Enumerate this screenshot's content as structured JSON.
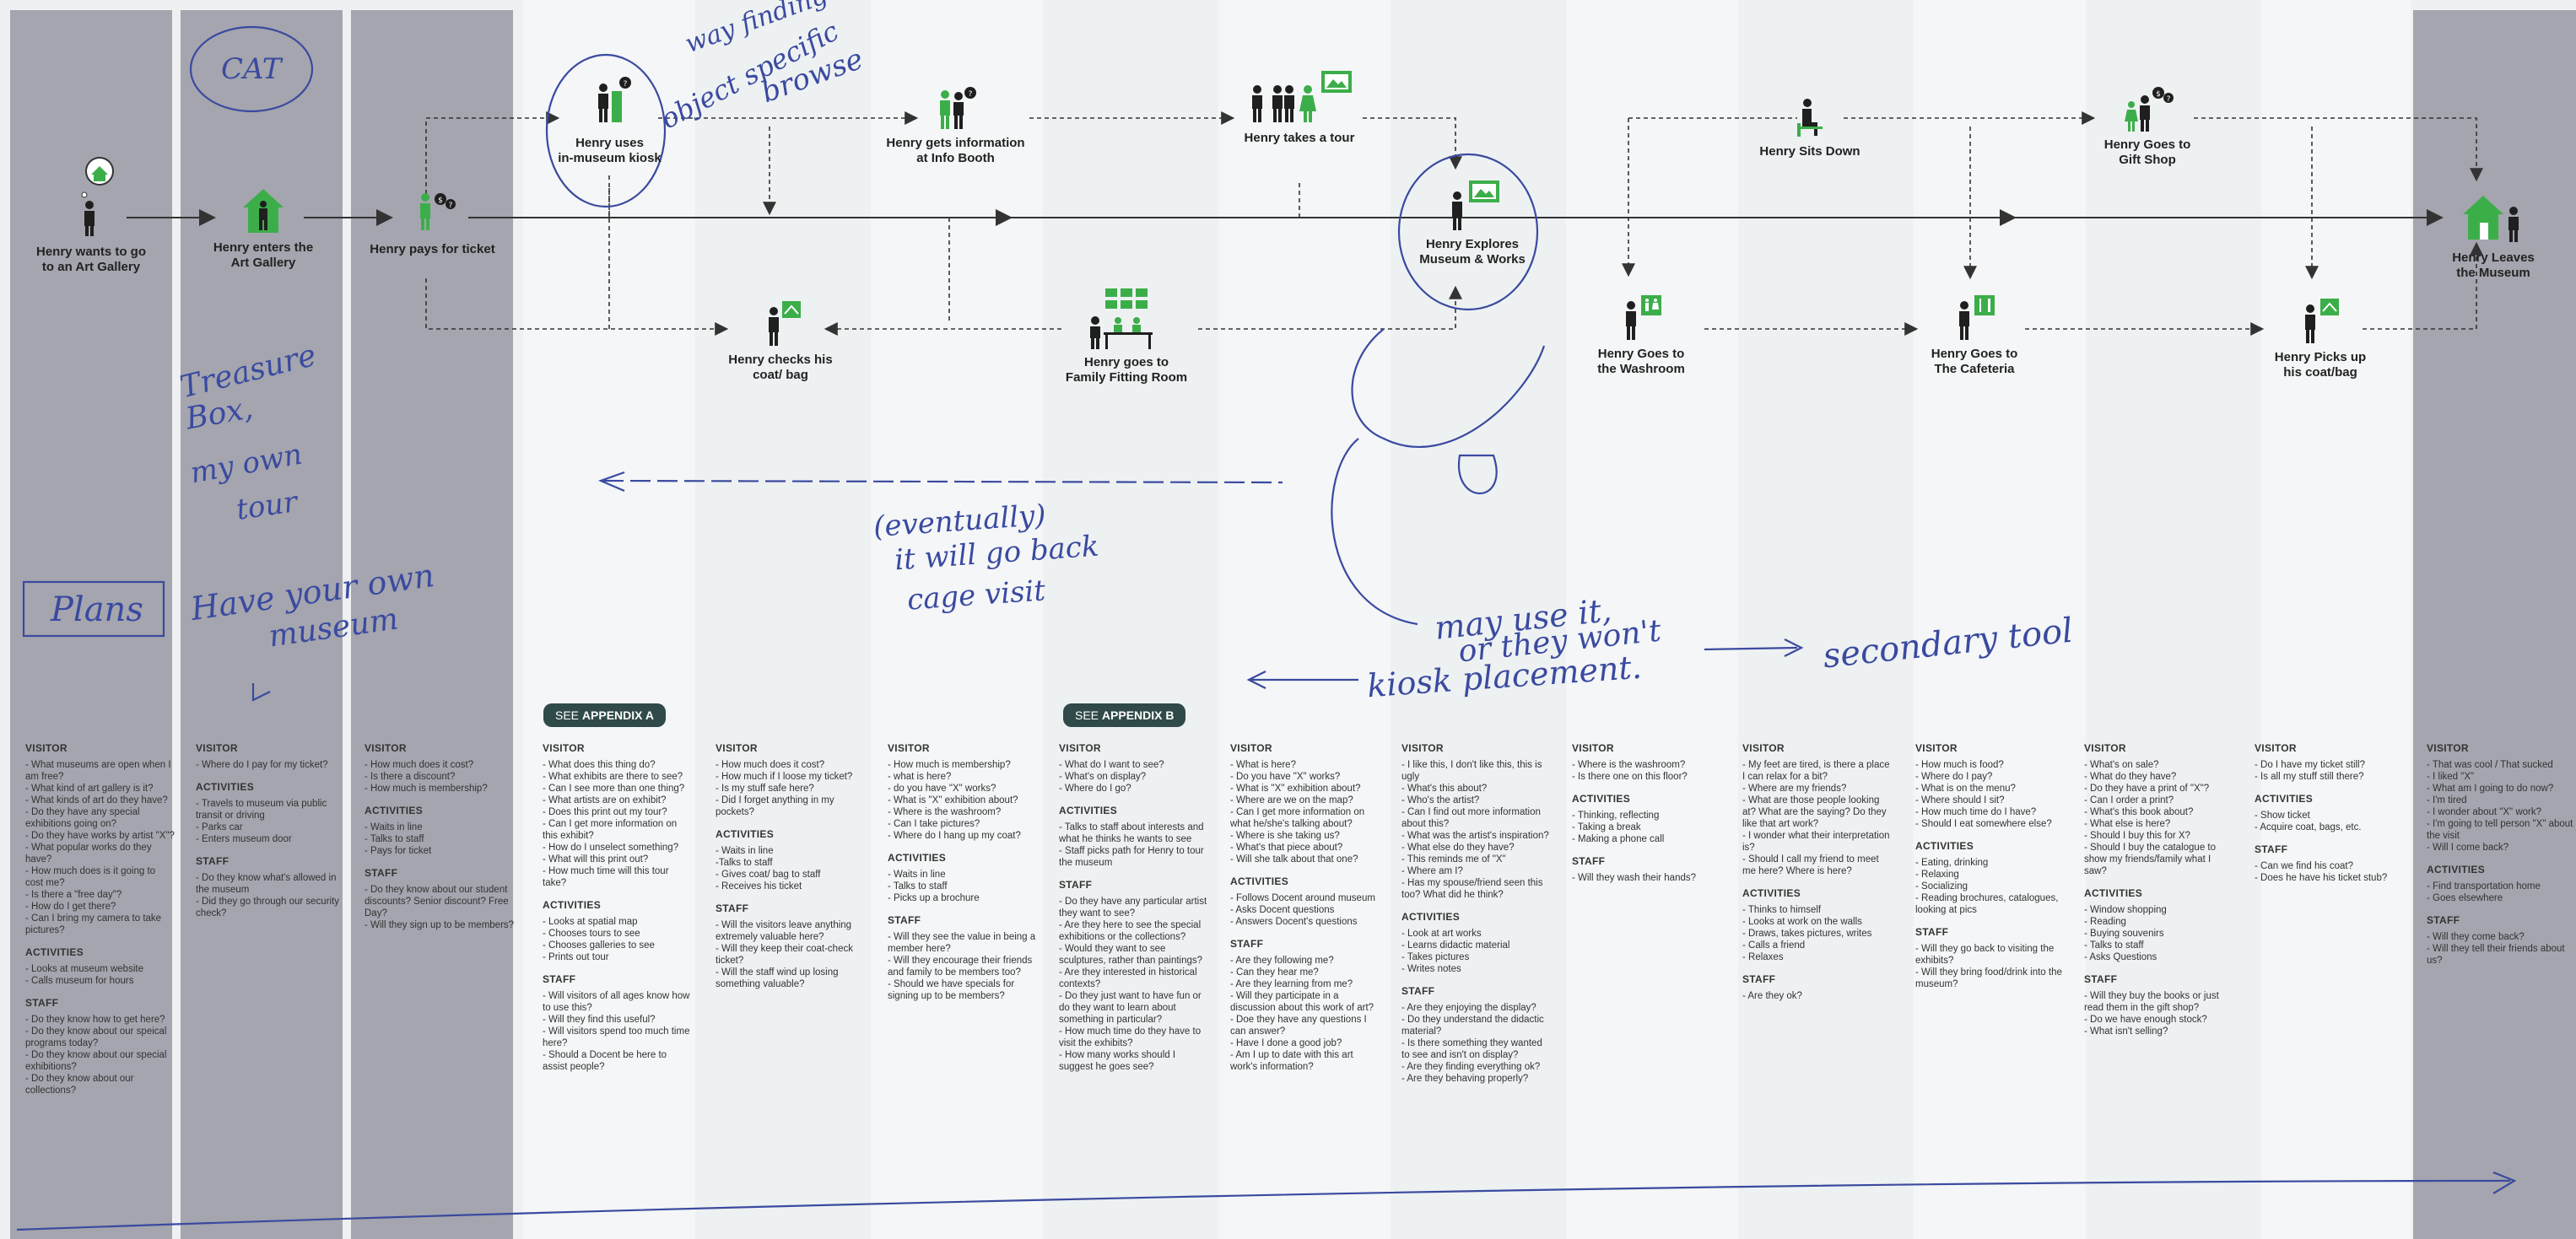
{
  "colors": {
    "column_shade": "#a4a5ae",
    "column_light": "#f4f6f7",
    "accent_green": "#3cae49",
    "person": "#1f1f1f",
    "ink_blue": "#3a4aa0",
    "appendix_bg": "#2f4a48"
  },
  "nodes": {
    "wants": "Henry wants to go\nto an Art Gallery",
    "enters": "Henry enters the\nArt Gallery",
    "pays": "Henry pays for ticket",
    "kiosk": "Henry uses\nin-museum kiosk",
    "info_booth": "Henry gets information\nat Info Booth",
    "tour": "Henry takes a  tour",
    "explores": "Henry Explores\nMuseum & Works",
    "sits": "Henry Sits Down",
    "gift_shop": "Henry Goes to\nGift Shop",
    "leaves": "Henry Leaves\nthe Museum",
    "coat_check": "Henry checks his\ncoat/ bag",
    "family_room": "Henry goes to\nFamily Fitting Room",
    "washroom": "Henry Goes to\nthe Washroom",
    "cafeteria": "Henry Goes to\nThe Cafeteria",
    "pickup": "Henry Picks up\nhis coat/bag"
  },
  "appendix": {
    "a": {
      "prefix": "SEE",
      "name": "APPENDIX A"
    },
    "b": {
      "prefix": "SEE",
      "name": "APPENDIX B"
    }
  },
  "columns": [
    {
      "sections": [
        {
          "heading": "VISITOR",
          "items": [
            "- What museums are open when I am free?",
            "- What kind of art gallery is it?",
            "- What kinds of art do they have?",
            "- Do they have any special exhibitions going on?",
            "- Do they have works by artist \"X\"?",
            "- What popular works do they have?",
            "- How much does is it going to cost me?",
            "- Is there a \"free day\"?",
            "- How do I get there?",
            "- Can I bring my camera to take pictures?"
          ]
        },
        {
          "heading": "ACTIVITIES",
          "items": [
            "- Looks at museum website",
            "- Calls museum for hours"
          ]
        },
        {
          "heading": "STAFF",
          "items": [
            "- Do they know how to get here?",
            "- Do they know about our speical programs today?",
            "- Do they know about our special exhibitions?",
            "- Do they know about our collections?"
          ]
        }
      ]
    },
    {
      "sections": [
        {
          "heading": "VISITOR",
          "items": [
            "- Where do I pay for my ticket?"
          ]
        },
        {
          "heading": "ACTIVITIES",
          "items": [
            "- Travels to museum via public transit or driving",
            "- Parks car",
            "- Enters museum door"
          ]
        },
        {
          "heading": "STAFF",
          "items": [
            "- Do they know what's allowed in the museum",
            "- Did they go through our security check?"
          ]
        }
      ]
    },
    {
      "sections": [
        {
          "heading": "VISITOR",
          "items": [
            "- How much does it cost?",
            "- Is there a discount?",
            "- How much is membership?"
          ]
        },
        {
          "heading": "ACTIVITIES",
          "items": [
            "- Waits in line",
            "- Talks to staff",
            "- Pays for ticket"
          ]
        },
        {
          "heading": "STAFF",
          "items": [
            "- Do they know about our student discounts? Senior discount? Free Day?",
            "- Will they sign up to be members?"
          ]
        }
      ]
    },
    {
      "sections": [
        {
          "heading": "VISITOR",
          "items": [
            "- What does this thing do?",
            "- What exhibits are there to see?",
            "- Can I see more than one thing?",
            "- What artists are on exhibit?",
            "- Does this print out my tour?",
            "- Can I get more information on this exhibit?",
            "- How do I unselect something?",
            "- What will this print out?",
            "- How much time will this tour take?"
          ]
        },
        {
          "heading": "ACTIVITIES",
          "items": [
            "- Looks at spatial map",
            "- Chooses tours to see",
            "- Chooses galleries to see",
            "- Prints out tour"
          ]
        },
        {
          "heading": "STAFF",
          "items": [
            "- Will visitors of all ages know how to use this?",
            "- Will they find this useful?",
            "- Will visitors spend too much time here?",
            "- Should a Docent be here to assist people?"
          ]
        }
      ]
    },
    {
      "sections": [
        {
          "heading": "VISITOR",
          "items": [
            "- How much does it cost?",
            "- How much if I loose my ticket?",
            "- Is my stuff safe here?",
            "- Did I forget anything in my pockets?"
          ]
        },
        {
          "heading": "ACTIVITIES",
          "items": [
            "- Waits in line",
            "-Talks to staff",
            "- Gives coat/ bag to staff",
            "- Receives his ticket"
          ]
        },
        {
          "heading": "STAFF",
          "items": [
            "- Will the visitors leave anything extremely valuable here?",
            "- Will they keep their coat-check ticket?",
            "- Will the staff wind up losing something valuable?"
          ]
        }
      ]
    },
    {
      "sections": [
        {
          "heading": "VISITOR",
          "items": [
            "- How much is membership?",
            "- what is here?",
            "- do you have \"X\" works?",
            "- What is \"X\" exhibition about?",
            "- Where is the washroom?",
            "- Can I take pictures?",
            "- Where do I hang up my coat?"
          ]
        },
        {
          "heading": "ACTIVITIES",
          "items": [
            "- Waits in line",
            "- Talks to staff",
            "- Picks up a brochure"
          ]
        },
        {
          "heading": "STAFF",
          "items": [
            "- Will they see the value in being a member here?",
            "- Will they encourage their friends and family to be members too?",
            "- Should we have specials for signing up to be members?"
          ]
        }
      ]
    },
    {
      "sections": [
        {
          "heading": "VISITOR",
          "items": [
            "- What do I want to see?",
            "- What's on display?",
            "- Where do I go?"
          ]
        },
        {
          "heading": "ACTIVITIES",
          "items": [
            "- Talks to staff about interests and what he thinks he wants to see",
            "- Staff picks path for Henry to tour the museum"
          ]
        },
        {
          "heading": "STAFF",
          "items": [
            "- Do they have any particular artist they want to see?",
            "- Are they here to see the special exhibitions or the collections?",
            "- Would they want to see sculptures, rather than paintings?",
            "- Are they interested in historical contexts?",
            "- Do they just want to have fun or do they want to learn about something in particular?",
            "- How much time do they have to visit the exhibits?",
            "- How many works should I suggest he goes see?"
          ]
        }
      ]
    },
    {
      "sections": [
        {
          "heading": "VISITOR",
          "items": [
            "- What is here?",
            "- Do you have \"X\" works?",
            "- What is \"X\" exhibition about?",
            "- Where are we on the map?",
            "- Can I get more information on what he/she's talking about?",
            "- Where is she taking us?",
            "- What's that piece about?",
            "- Will she talk about that one?"
          ]
        },
        {
          "heading": "ACTIVITIES",
          "items": [
            "- Follows Docent around museum",
            "- Asks Docent questions",
            "- Answers Docent's questions"
          ]
        },
        {
          "heading": "STAFF",
          "items": [
            "- Are they following me?",
            "- Can they hear me?",
            "- Are they learning from me?",
            "- Will they participate in a discussion about this work of art?",
            "- Doe they have any questions I can answer?",
            "- Have I done a good job?",
            "- Am I up to date with this art work's information?"
          ]
        }
      ]
    },
    {
      "sections": [
        {
          "heading": "VISITOR",
          "items": [
            "- I like this, I don't like this, this is ugly",
            "- What's this about?",
            "- Who's the artist?",
            "- Can I find out more information about this?",
            "- What was the artist's inspiration?",
            "- What else do they have?",
            "- This reminds me of \"X\"",
            "- Where am I?",
            "- Has my spouse/friend seen this too? What did he think?"
          ]
        },
        {
          "heading": "ACTIVITIES",
          "items": [
            "- Look at art works",
            "- Learns didactic material",
            "- Takes pictures",
            "- Writes notes"
          ]
        },
        {
          "heading": "STAFF",
          "items": [
            "- Are they enjoying the display?",
            "- Do they understand the didactic material?",
            "- Is there something they wanted to see and isn't on display?",
            "- Are they finding everything ok?",
            "- Are they behaving properly?"
          ]
        }
      ]
    },
    {
      "sections": [
        {
          "heading": "VISITOR",
          "items": [
            "- Where is the washroom?",
            "- Is there one on this floor?"
          ]
        },
        {
          "heading": "ACTIVITIES",
          "items": [
            "- Thinking, reflecting",
            "- Taking a break",
            "- Making a phone call"
          ]
        },
        {
          "heading": "STAFF",
          "items": [
            "- Will they wash their hands?"
          ]
        }
      ]
    },
    {
      "sections": [
        {
          "heading": "VISITOR",
          "items": [
            "- My feet are tired, is there a place I can relax for a bit?",
            "- Where are my friends?",
            "- What are those people looking at? What are the saying? Do they like that art work?",
            "- I wonder what their interpretation is?",
            "- Should I call my friend to meet me here? Where is here?"
          ]
        },
        {
          "heading": "ACTIVITIES",
          "items": [
            "- Thinks to himself",
            "- Looks at work on the walls",
            "- Draws, takes pictures, writes",
            "- Calls a friend",
            "- Relaxes"
          ]
        },
        {
          "heading": "STAFF",
          "items": [
            "- Are they ok?"
          ]
        }
      ]
    },
    {
      "sections": [
        {
          "heading": "VISITOR",
          "items": [
            "- How much is food?",
            "- Where do I pay?",
            "- What is on the menu?",
            "- Where should I sit?",
            "- How much time do I have?",
            "- Should I eat somewhere else?"
          ]
        },
        {
          "heading": "ACTIVITIES",
          "items": [
            "- Eating, drinking",
            "- Relaxing",
            "- Socializing",
            "- Reading brochures, catalogues, looking at pics"
          ]
        },
        {
          "heading": "STAFF",
          "items": [
            "- Will they go back to visiting the exhibits?",
            "- Will they bring food/drink into the museum?"
          ]
        }
      ]
    },
    {
      "sections": [
        {
          "heading": "VISITOR",
          "items": [
            "- What's on sale?",
            "- What do they have?",
            "- Do they have a print of \"X\"?",
            "- Can I order a print?",
            "- What's this book about?",
            "- What else is here?",
            "- Should I buy this for X?",
            "- Should I buy the catalogue to show my friends/family what I saw?"
          ]
        },
        {
          "heading": "ACTIVITIES",
          "items": [
            "- Window shopping",
            "- Reading",
            "- Buying souvenirs",
            "- Talks to staff",
            "- Asks Questions"
          ]
        },
        {
          "heading": "STAFF",
          "items": [
            "- Will they buy the books or just read them in the gift shop?",
            "- Do we have enough stock?",
            "- What isn't selling?"
          ]
        }
      ]
    },
    {
      "sections": [
        {
          "heading": "VISITOR",
          "items": [
            "- Do I have my ticket still?",
            "- Is all my stuff still there?"
          ]
        },
        {
          "heading": "ACTIVITIES",
          "items": [
            "- Show ticket",
            "- Acquire coat, bags, etc."
          ]
        },
        {
          "heading": "STAFF",
          "items": [
            "- Can we find his coat?",
            "- Does he have his ticket stub?"
          ]
        }
      ]
    },
    {
      "sections": [
        {
          "heading": "VISITOR",
          "items": [
            "- That was cool / That sucked",
            "- I liked \"X\"",
            "- What am I going to do now?",
            "- I'm tired",
            "- I wonder about \"X\" work?",
            "- I'm going to tell person \"X\" about the visit",
            "- Will I come back?"
          ]
        },
        {
          "heading": "ACTIVITIES",
          "items": [
            "- Find transportation home",
            "- Goes elsewhere"
          ]
        },
        {
          "heading": "STAFF",
          "items": [
            "- Will they come back?",
            "- Will they tell their friends about us?"
          ]
        }
      ]
    }
  ],
  "handwriting": {
    "cat": "CAT",
    "wayfinding": "way finding",
    "object_specific": "object specific",
    "browse": "browse",
    "treasure_1": "Treasure",
    "treasure_2": "Box,",
    "treasure_3": "my own",
    "treasure_4": "tour",
    "plans": "Plans",
    "have_own_1": "Have your own",
    "have_own_2": "museum",
    "eventually_1": "(eventually)",
    "eventually_2": "it will go back",
    "eventually_3": "cage visit",
    "may_use_1": "may use it,",
    "may_use_2": "or they won't",
    "secondary": "secondary tool",
    "kiosk_placement": "kiosk placement."
  }
}
